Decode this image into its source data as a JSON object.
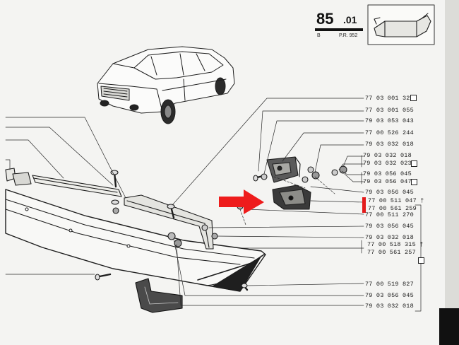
{
  "header": {
    "page_number": "85",
    "page_suffix": ".01",
    "page_letter": "B",
    "page_ref": "P.R. 952"
  },
  "parts": [
    {
      "ref": "77 03 001 323",
      "has_box": true
    },
    {
      "ref": "77 03 001 055",
      "has_box": false
    },
    {
      "ref": "79 03 053 043",
      "has_box": false
    },
    {
      "ref": "77 00 526 244",
      "has_box": false
    },
    {
      "ref": "79 03 032 018",
      "has_box": false
    },
    {
      "ref": "79 03 032 018",
      "has_box": false
    },
    {
      "ref": "79 03 032 023",
      "has_box": true
    },
    {
      "ref": "79 03 056 045",
      "has_box": false
    },
    {
      "ref": "79 03 056 047",
      "has_box": true
    },
    {
      "ref": "79 03 056 045",
      "has_box": false
    },
    {
      "ref": "77 00 511 047",
      "dagger": "†"
    },
    {
      "ref": "77 00 561 259",
      "highlighted": true
    },
    {
      "ref": "77 00 511 270",
      "has_box": false
    },
    {
      "ref": "79 03 056 045",
      "has_box": false
    },
    {
      "ref": "79 03 032 018",
      "has_box": false
    },
    {
      "ref": "77 00 518 315",
      "dagger": "†"
    },
    {
      "ref": "77 00 561 257"
    },
    {
      "ref": "77 00 519 827",
      "has_box": false
    },
    {
      "ref": "79 03 056 045",
      "has_box": false
    },
    {
      "ref": "79 03 032 018",
      "has_box": false
    }
  ],
  "colors": {
    "paper": "#f4f4f2",
    "ink": "#1a1a1a",
    "arrow": "#ee1c1c",
    "highlight_marker": "#e31b1b"
  },
  "icons": [
    "car-illustration",
    "bumper-thumbnail",
    "red-pointer-arrow"
  ]
}
